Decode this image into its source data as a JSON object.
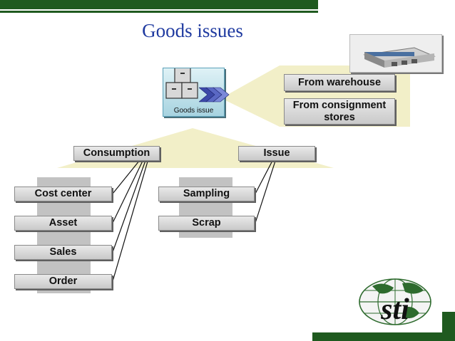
{
  "title": "Goods issues",
  "goods_issue": {
    "label": "Goods issue"
  },
  "sources": {
    "warehouse": "From warehouse",
    "consignment": "From consignment stores"
  },
  "categories": {
    "consumption": "Consumption",
    "issue": "Issue"
  },
  "consumption_items": [
    "Cost center",
    "Asset",
    "Sales",
    "Order"
  ],
  "issue_items": [
    "Sampling",
    "Scrap"
  ],
  "logo": {
    "text": "sti"
  },
  "colors": {
    "title": "#1f3aa0",
    "trapezoid": "#f2efc8",
    "box": "#d6d6d6",
    "accent": "#1f5a1f",
    "goods_issue_box": "#c4e6ee"
  }
}
